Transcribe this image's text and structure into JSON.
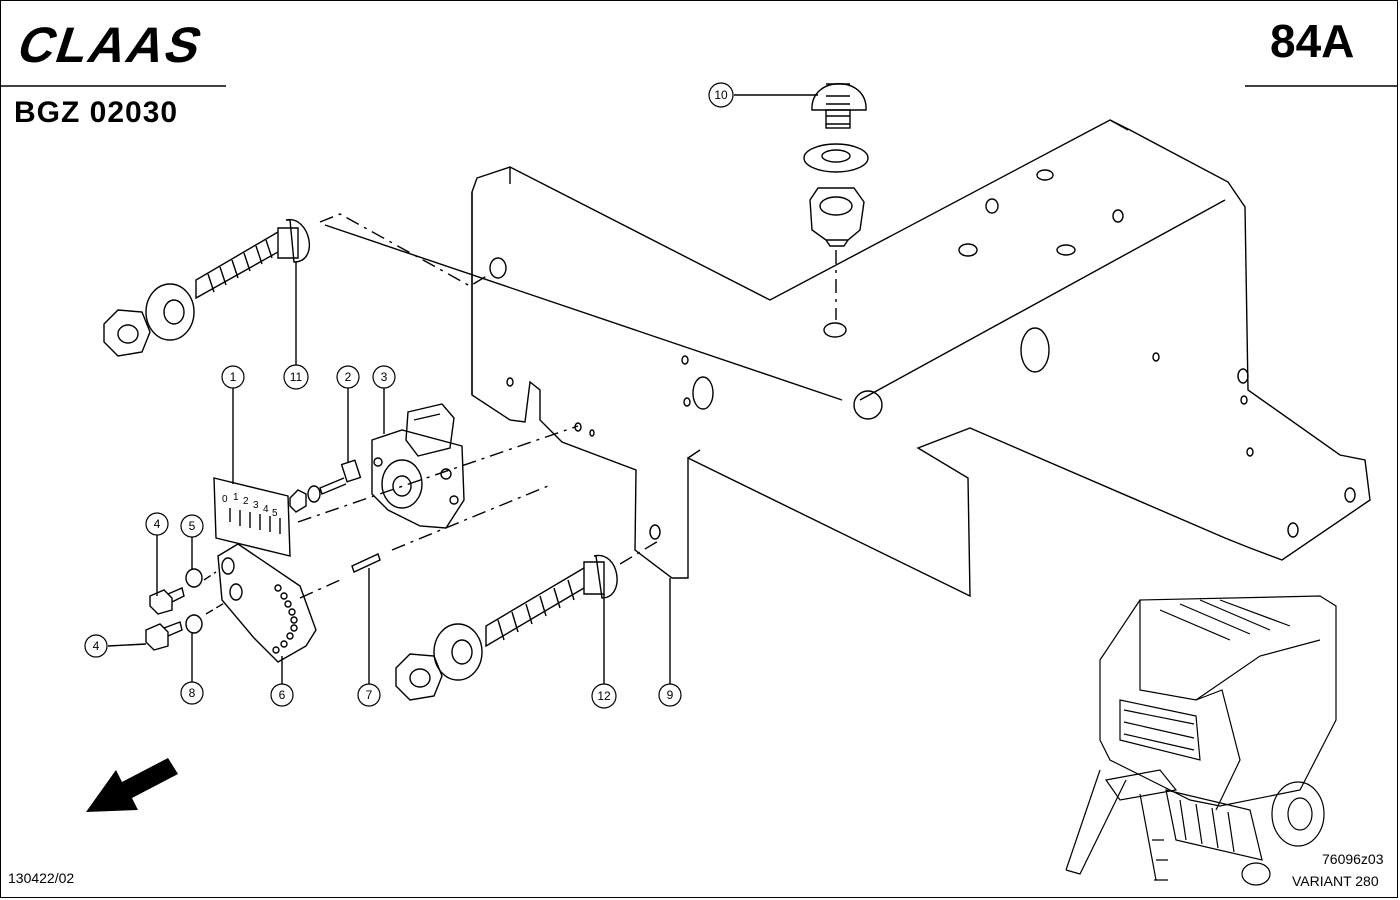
{
  "header": {
    "brand": "CLAAS",
    "page_number": "84A",
    "document_code": "BGZ 02030"
  },
  "footer": {
    "drawing_date": "130422/02",
    "drawing_id": "76096z03",
    "model": "VARIANT 280"
  },
  "scale_labels": [
    "0",
    "1",
    "2",
    "3",
    "4",
    "5"
  ],
  "callouts": [
    {
      "label": "1"
    },
    {
      "label": "2"
    },
    {
      "label": "3"
    },
    {
      "label": "4"
    },
    {
      "label": "4"
    },
    {
      "label": "5"
    },
    {
      "label": "6"
    },
    {
      "label": "7"
    },
    {
      "label": "8"
    },
    {
      "label": "9"
    },
    {
      "label": "10"
    },
    {
      "label": "11"
    },
    {
      "label": "12"
    }
  ],
  "icons": {
    "direction": "direction-arrow-icon",
    "overview": "baler-overview-icon"
  }
}
